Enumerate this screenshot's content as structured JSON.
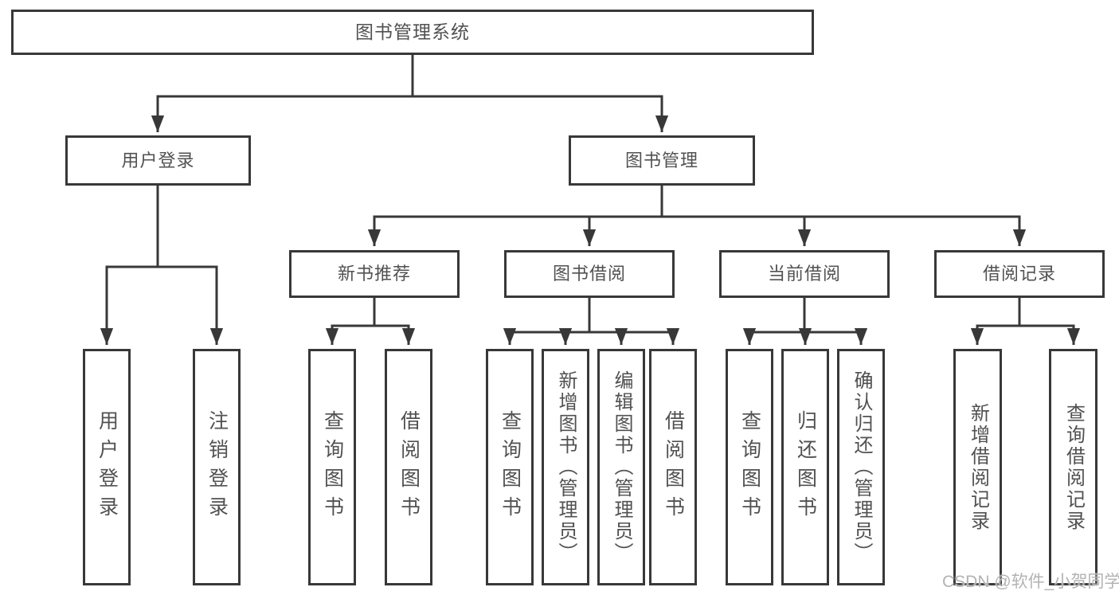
{
  "diagram_title": "图书管理系统",
  "nodes": {
    "root": "图书管理系统",
    "user_login": "用户登录",
    "book_mgmt": "图书管理",
    "new_book_rec": "新书推荐",
    "book_borrow": "图书借阅",
    "current_borrow": "当前借阅",
    "borrow_records": "借阅记录",
    "leaf_user_login": "用户登录",
    "leaf_logout": "注销登录",
    "rec_query_books": "查询图书",
    "rec_borrow_books": "借阅图书",
    "bb_query_books": "查询图书",
    "bb_add_books": "新增图书（管理员）",
    "bb_edit_books": "编辑图书（管理员）",
    "bb_borrow_books": "借阅图书",
    "cb_query_books": "查询图书",
    "cb_return_books": "归还图书",
    "cb_confirm_return": "确认归还（管理员）",
    "br_add_record": "新增借阅记录",
    "br_query_record": "查询借阅记录"
  },
  "watermark": "CSDN @软件_小贺同学",
  "colors": {
    "line": "#383838",
    "box_border": "#383838",
    "box_background": "#ffffff",
    "text": "#515151",
    "watermark": "#b3b3b3"
  }
}
